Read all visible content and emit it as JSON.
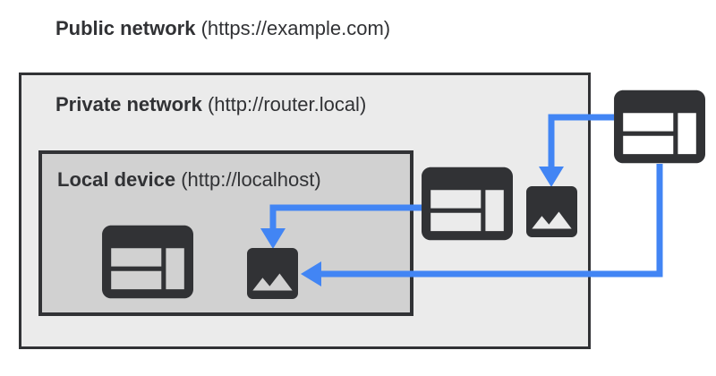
{
  "zones": {
    "public": {
      "name": "Public network",
      "url": "(https://example.com)"
    },
    "private": {
      "name": "Private network",
      "url": "(http://router.local)"
    },
    "local": {
      "name": "Local device",
      "url": "(http://localhost)"
    }
  },
  "nodes": [
    {
      "id": "public-browser",
      "icon": "browser-window-icon",
      "zone": "public"
    },
    {
      "id": "private-browser",
      "icon": "browser-window-icon",
      "zone": "private"
    },
    {
      "id": "private-image",
      "icon": "image-resource-icon",
      "zone": "private"
    },
    {
      "id": "local-browser",
      "icon": "browser-window-icon",
      "zone": "local"
    },
    {
      "id": "local-image",
      "icon": "image-resource-icon",
      "zone": "local"
    }
  ],
  "connections": [
    {
      "from": "public-browser",
      "to": "private-image"
    },
    {
      "from": "public-browser",
      "to": "local-image"
    },
    {
      "from": "private-browser",
      "to": "local-image"
    }
  ],
  "colors": {
    "arrow_blue": "#4285f4",
    "icon_dark": "#313235",
    "border_dark": "#313235",
    "private_zone_bg": "#ebebeb",
    "local_zone_bg": "#d1d1d1",
    "text": "#313235",
    "canvas_bg": "#ffffff"
  }
}
